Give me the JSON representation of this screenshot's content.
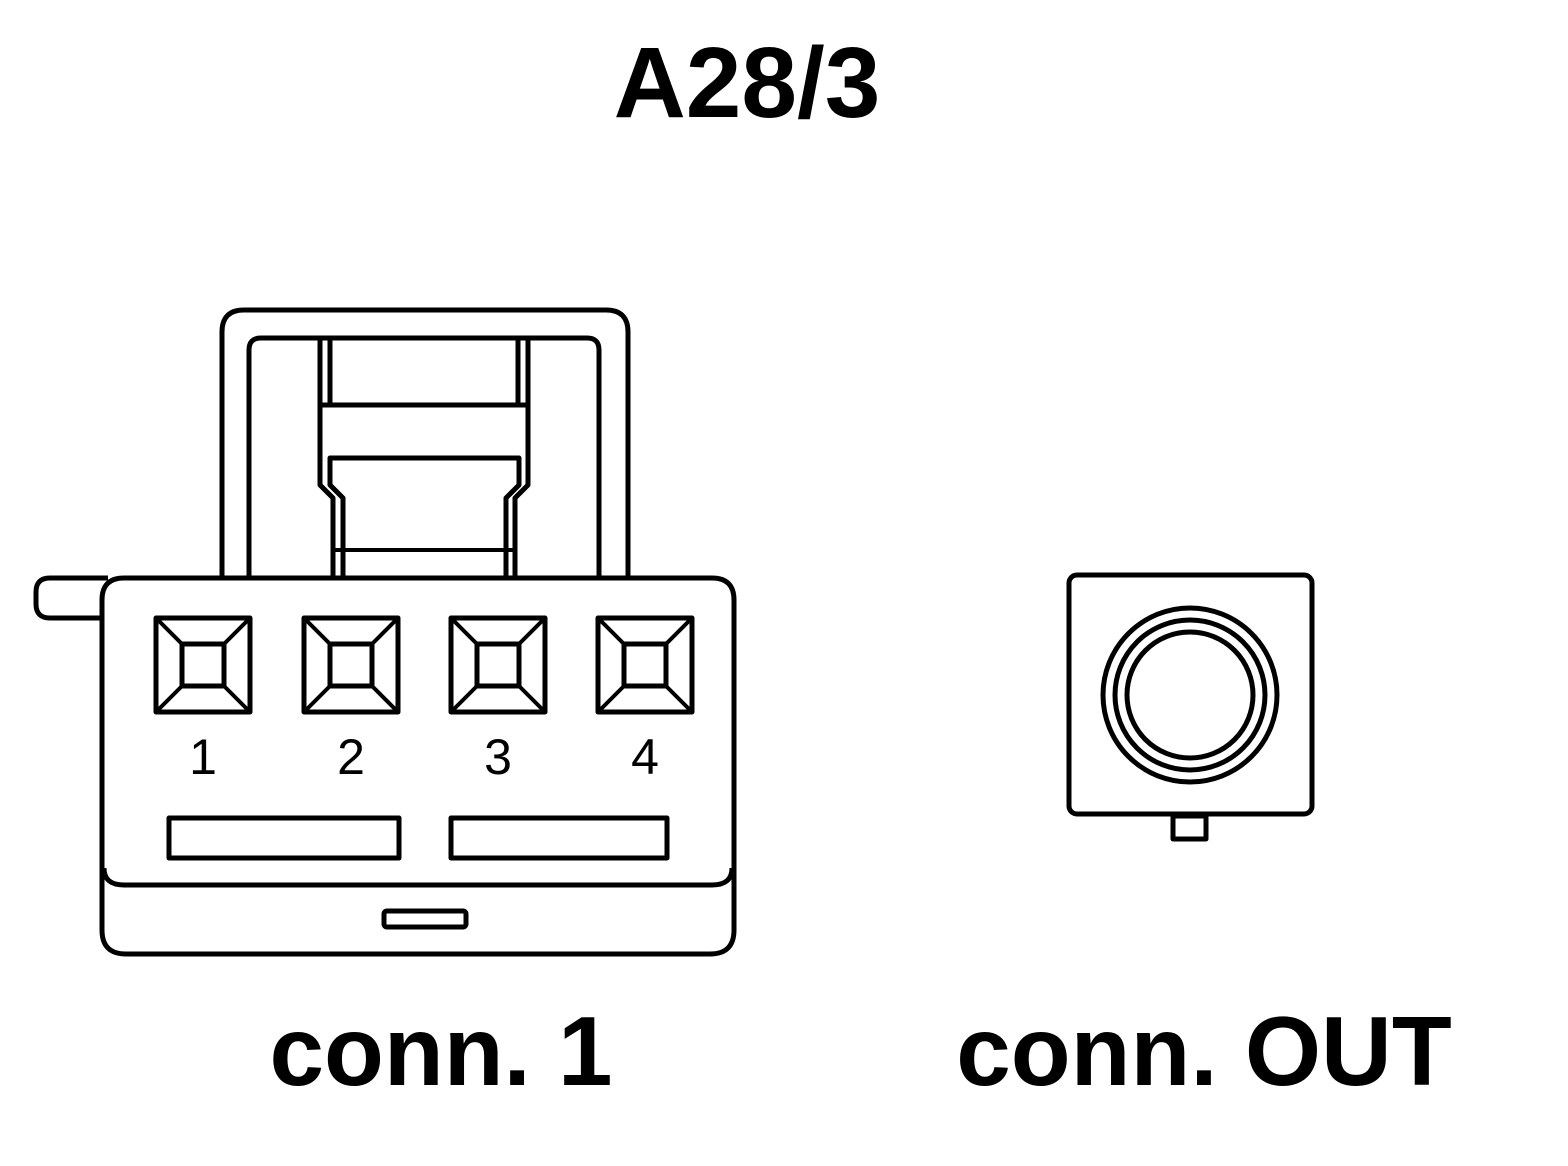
{
  "title": "A28/3",
  "connector_1": {
    "label": "conn. 1",
    "pins": [
      "1",
      "2",
      "3",
      "4"
    ]
  },
  "connector_out": {
    "label": "conn. OUT"
  }
}
